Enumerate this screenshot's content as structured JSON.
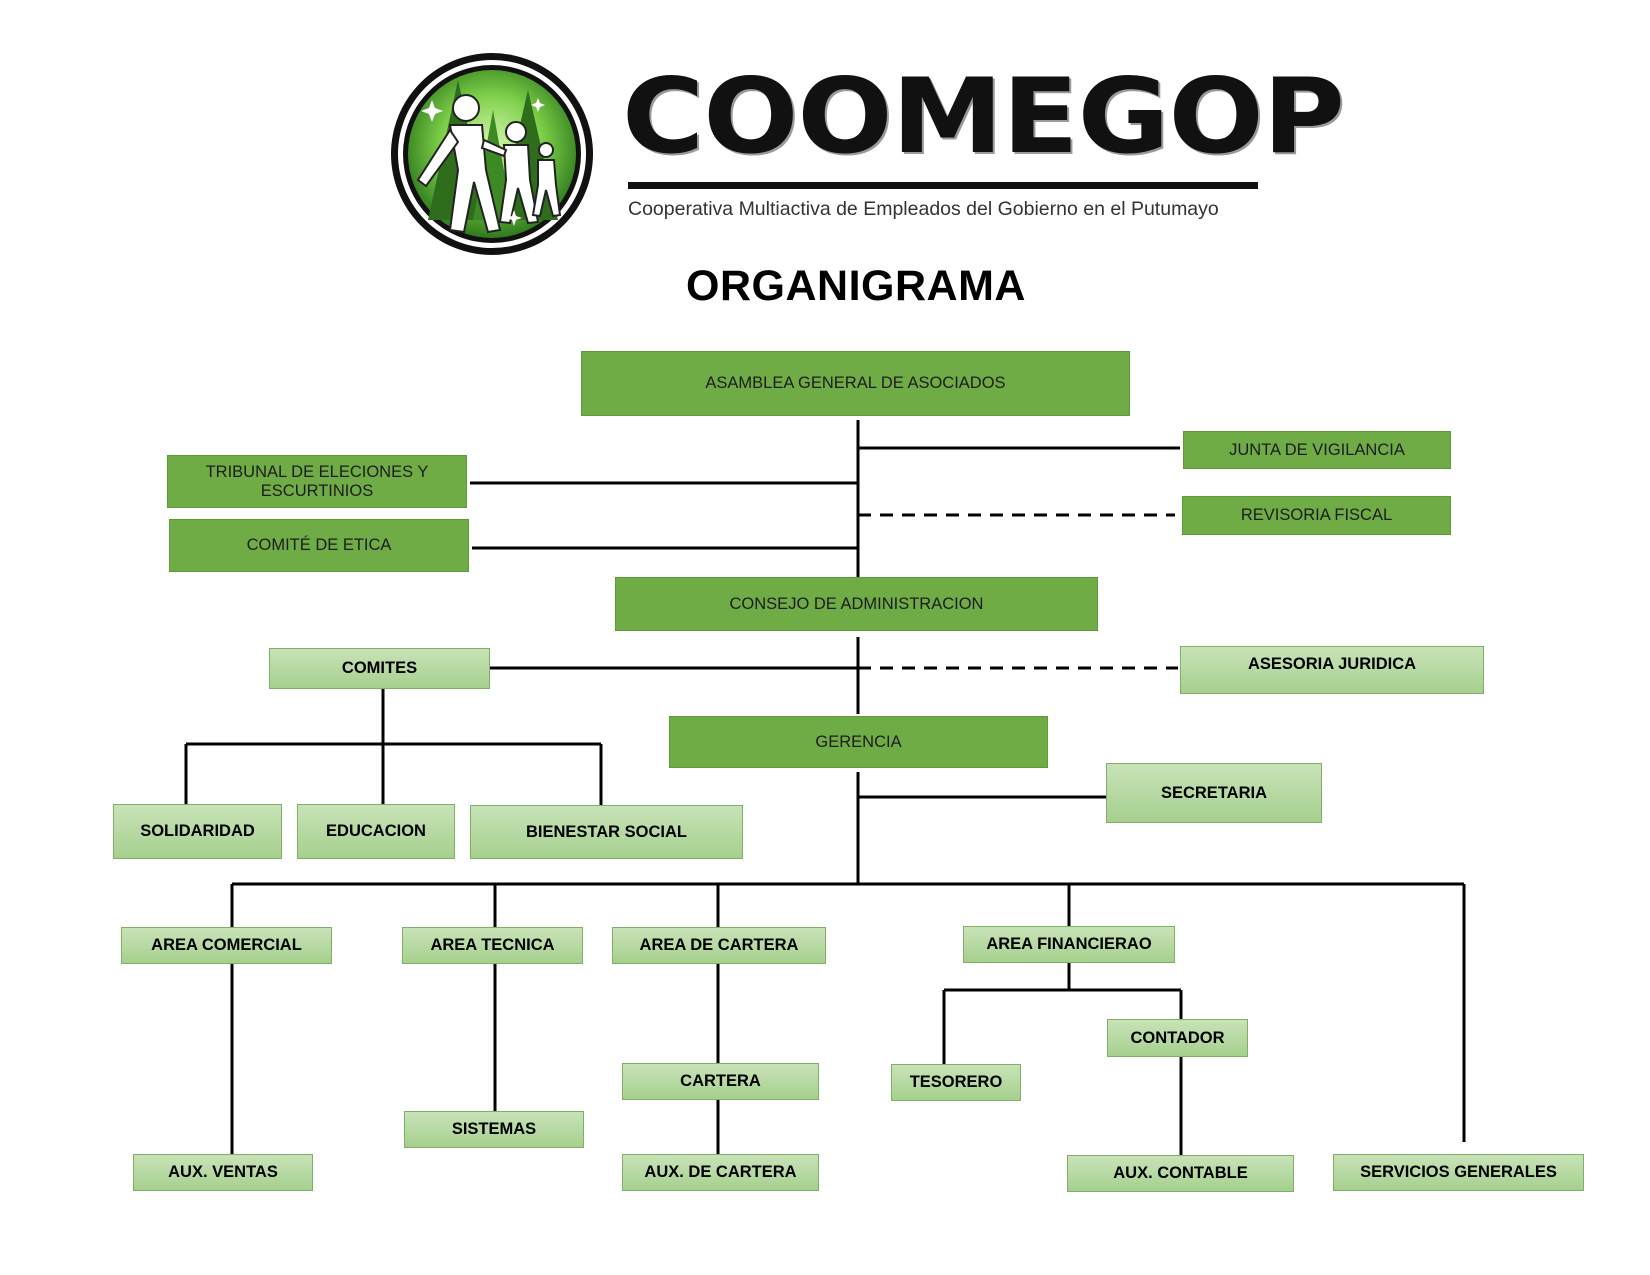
{
  "header": {
    "brand_name": "COOMEGOP",
    "tagline": "Cooperativa Multiactiva de Empleados del Gobierno en el Putumayo",
    "logo_icon": "family-emblem-icon",
    "title": "ORGANIGRAMA"
  },
  "colors": {
    "dark_box": "#6fac46",
    "light_box": "#b3d89f",
    "line": "#000000"
  },
  "org": {
    "asamblea": "ASAMBLEA GENERAL DE ASOCIADOS",
    "junta_vigilancia": "JUNTA DE VIGILANCIA",
    "revisoria_fiscal": "REVISORIA FISCAL",
    "tribunal_line1": "TRIBUNAL DE ELECIONES Y",
    "tribunal_line2": "ESCURTINIOS",
    "comite_etica": "COMITÉ DE ETICA",
    "consejo": "CONSEJO DE ADMINISTRACION",
    "comites": "COMITES",
    "asesoria_juridica": "ASESORIA JURIDICA",
    "gerencia": "GERENCIA",
    "secretaria": "SECRETARIA",
    "solidaridad": "SOLIDARIDAD",
    "educacion": "EDUCACION",
    "bienestar_social": "BIENESTAR SOCIAL",
    "area_comercial": "AREA COMERCIAL",
    "area_tecnica": "AREA TECNICA",
    "area_cartera": "AREA DE CARTERA",
    "area_financiera": "AREA FINANCIERAO",
    "tesorero": "TESORERO",
    "contador": "CONTADOR",
    "cartera": "CARTERA",
    "sistemas": "SISTEMAS",
    "aux_ventas": "AUX. VENTAS",
    "aux_cartera": "AUX. DE CARTERA",
    "aux_contable": "AUX. CONTABLE",
    "servicios_generales": "SERVICIOS GENERALES"
  }
}
